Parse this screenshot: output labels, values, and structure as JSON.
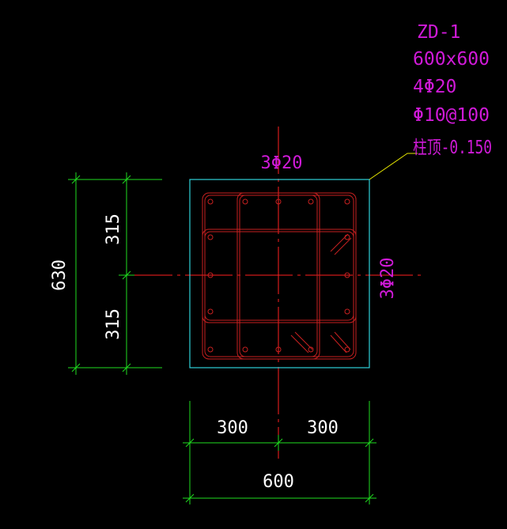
{
  "drawing": {
    "background": "#000000",
    "colors": {
      "dimension": "#1fdc1f",
      "outline": "#2fd0d8",
      "rebar": "#c82020",
      "centerline": "#ff2020",
      "annotation": "#d01ad8",
      "leader": "#e6e600",
      "dim_text": "#ffffff"
    }
  },
  "column_label": {
    "id": "ZD-1",
    "size": "600x600",
    "corner_bars": "4Φ20",
    "stirrups": "Φ10@100",
    "top_level": "柱顶-0.150"
  },
  "side_bars": {
    "top": "3Φ20",
    "right": "3Φ20"
  },
  "dimensions": {
    "left_upper": "315",
    "left_lower": "315",
    "left_total": "630",
    "bottom_left": "300",
    "bottom_right": "300",
    "bottom_total": "600"
  }
}
